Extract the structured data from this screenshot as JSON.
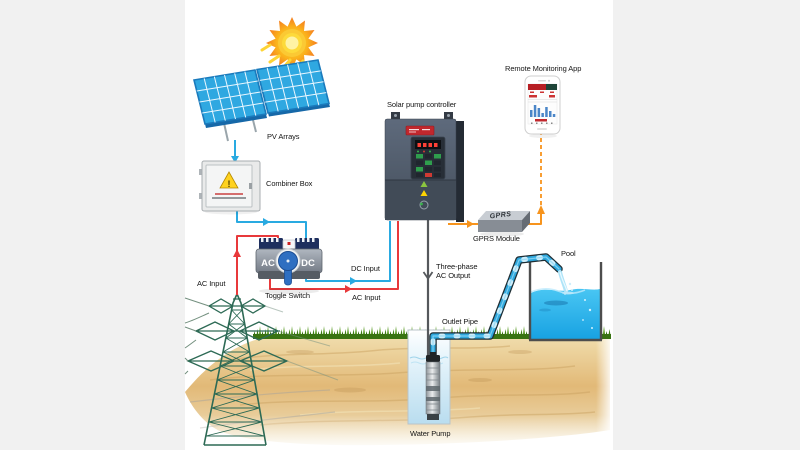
{
  "labels": {
    "pv_arrays": "PV Arrays",
    "combiner_box": "Combiner Box",
    "toggle_switch": "Toggle Switch",
    "ac_input_grid": "AC Input",
    "dc_input": "DC Input",
    "ac_input_switch": "AC Input",
    "controller": "Solar pump controller",
    "remote_app": "Remote Monitoring App",
    "gprs_module": "GPRS Module",
    "three_phase": "Three-phase\nAC Output",
    "outlet_pipe": "Outlet Pipe",
    "pool": "Pool",
    "water_pump": "Water Pump"
  },
  "device_text": {
    "toggle_ac": "AC",
    "toggle_dc": "DC",
    "gprs": "GPRS",
    "combiner_warning_glyph": "!"
  },
  "icons": {
    "sun": "sun-icon",
    "warning_triangle": "warning-triangle-icon",
    "transmission_tower": "transmission-tower-icon"
  },
  "colors": {
    "wire_dc_blue": "#29aae1",
    "wire_ac_red": "#e8393b",
    "wire_signal_orange": "#f7941d",
    "wire_output_gray": "#55585c",
    "panel_blue": "#2fa8e1",
    "water_blue": "#2fb9ef",
    "sand": "#e2b977",
    "grass_green": "#3c7d15",
    "tower_green": "#2d6a55",
    "controller_body": "#4e596a"
  }
}
